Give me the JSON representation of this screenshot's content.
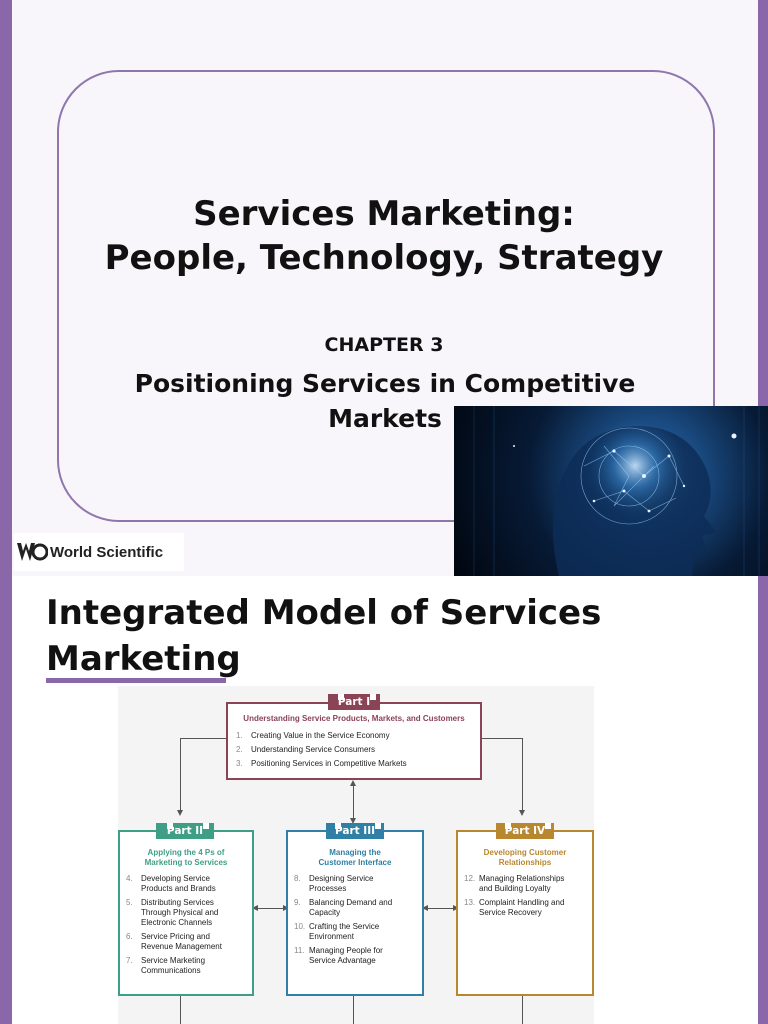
{
  "slide1": {
    "title_line1": "Services Marketing:",
    "title_line2": "People, Technology, Strategy",
    "chapter": "CHAPTER 3",
    "subtitle": "Positioning Services in Competitive Markets",
    "publisher": "World Scientific",
    "colors": {
      "accent": "#8a67a8",
      "box_border": "#8f76ad",
      "background": "#f8f6fb"
    }
  },
  "slide2": {
    "title": "Integrated Model of Services Marketing",
    "diagram": {
      "part1": {
        "tag": "Part I",
        "heading": "Understanding Service Products, Markets, and Customers",
        "color": "#8b4356",
        "items": [
          {
            "num": "1.",
            "text": "Creating Value in the Service Economy"
          },
          {
            "num": "2.",
            "text": "Understanding Service Consumers"
          },
          {
            "num": "3.",
            "text": "Positioning Services in Competitive Markets"
          }
        ]
      },
      "part2": {
        "tag": "Part II",
        "heading_line1": "Applying the 4 Ps of",
        "heading_line2": "Marketing to Services",
        "color": "#3f9e86",
        "items": [
          {
            "num": "4.",
            "line1": "Developing Service",
            "line2": "Products and Brands"
          },
          {
            "num": "5.",
            "line1": "Distributing Services",
            "line2": "Through Physical and",
            "line3": "Electronic Channels"
          },
          {
            "num": "6.",
            "line1": "Service Pricing and",
            "line2": "Revenue Management"
          },
          {
            "num": "7.",
            "line1": "Service Marketing",
            "line2": "Communications"
          }
        ]
      },
      "part3": {
        "tag": "Part III",
        "heading_line1": "Managing the",
        "heading_line2": "Customer Interface",
        "color": "#2f7fa6",
        "items": [
          {
            "num": "8.",
            "line1": "Designing Service",
            "line2": "Processes"
          },
          {
            "num": "9.",
            "line1": "Balancing Demand and",
            "line2": "Capacity"
          },
          {
            "num": "10.",
            "line1": "Crafting the Service",
            "line2": "Environment"
          },
          {
            "num": "11.",
            "line1": "Managing People for",
            "line2": "Service Advantage"
          }
        ]
      },
      "part4": {
        "tag": "Part IV",
        "heading_line1": "Developing Customer",
        "heading_line2": "Relationships",
        "color": "#b8872f",
        "items": [
          {
            "num": "12.",
            "line1": "Managing Relationships",
            "line2": "and Building Loyalty"
          },
          {
            "num": "13.",
            "line1": "Complaint Handling and",
            "line2": "Service Recovery"
          }
        ]
      }
    }
  }
}
